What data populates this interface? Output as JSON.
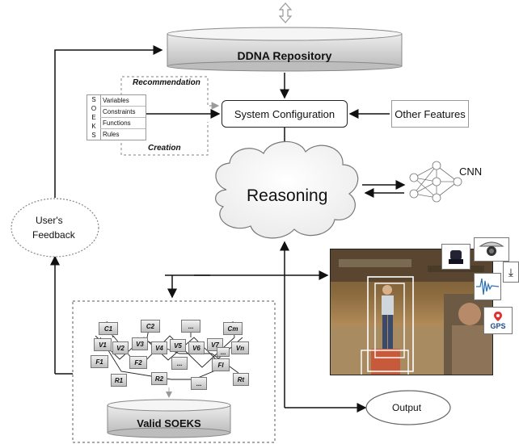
{
  "repository": {
    "title": "DDNA Repository"
  },
  "soeks": {
    "acronym": [
      "S",
      "O",
      "E",
      "K",
      "S"
    ],
    "rows": [
      "Variables",
      "Constraints",
      "Functions",
      "Rules"
    ]
  },
  "labels": {
    "recommendation": "Recommendation",
    "creation": "Creation",
    "system_configuration": "System Configuration",
    "other_features": "Other Features",
    "reasoning": "Reasoning",
    "cnn": "CNN",
    "feedback_line1": "User's",
    "feedback_line2": "Feedback",
    "output": "Output",
    "valid_soeks": "Valid SOEKS",
    "gps": "GPS"
  },
  "network": {
    "c_nodes": [
      "C1",
      "C2",
      "...",
      "Cm"
    ],
    "v_nodes": [
      "V1",
      "V2",
      "V3",
      "V4",
      "V5",
      "V6",
      "V7",
      "...",
      "Vn"
    ],
    "f_nodes": [
      "F1",
      "F2",
      "...",
      "Fl"
    ],
    "r_nodes": [
      "R1",
      "R2",
      "...",
      "Rt"
    ]
  },
  "colors": {
    "db_fill": "#cfcfcf",
    "arrow": "#111111",
    "dotted": "#8a8a8a",
    "node_fill": "#d6d6d6",
    "bbox": "#ffffff"
  }
}
